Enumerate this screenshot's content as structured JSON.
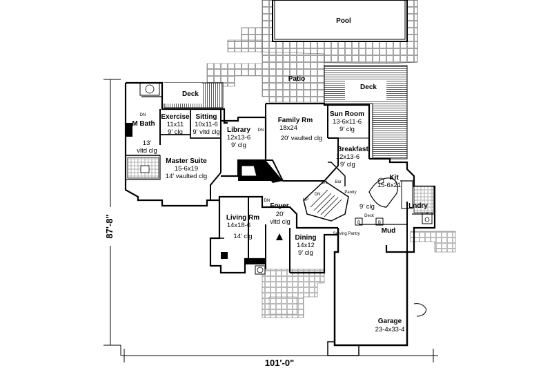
{
  "plan": {
    "outdoor": {
      "pool": "Pool",
      "patio": "Patio",
      "deck_left": "Deck",
      "deck_right": "Deck"
    },
    "rooms": {
      "master_bath": {
        "name": "M Bath",
        "dn": "DN"
      },
      "exercise": {
        "name": "Exercise",
        "size": "11x11",
        "ceiling": "9' clg"
      },
      "sitting": {
        "name": "Sitting",
        "size": "10x11-6",
        "ceiling": "9' vltd clg"
      },
      "closet": {
        "ceiling_a": "13'",
        "ceiling_b": "vltd clg"
      },
      "master_suite": {
        "name": "Master Suite",
        "size": "15-6x19",
        "ceiling": "14' vaulted clg"
      },
      "library": {
        "name": "Library",
        "size": "12x13-6",
        "ceiling": "9' clg",
        "dn": "DN"
      },
      "family": {
        "name": "Family Rm",
        "size": "18x24",
        "ceiling": "20' vaulted clg"
      },
      "sun_room": {
        "name": "Sun Room",
        "size": "13-6x11-6",
        "ceiling": "9' clg"
      },
      "breakfast": {
        "name": "Breakfast",
        "size": "12x13-6",
        "ceiling": "9' clg"
      },
      "bar": {
        "name": "Bar",
        "dn": "DN"
      },
      "pantry": {
        "name": "Pantry"
      },
      "kitchen": {
        "name": "Kit",
        "size": "15-6x21",
        "ceiling": "9' clg"
      },
      "laundry": {
        "name": "Lndry"
      },
      "deck_small": {
        "name": "Deck"
      },
      "mud": {
        "name": "Mud"
      },
      "serving_pantry": {
        "name": "Serving Pantry"
      },
      "foyer": {
        "name": "Foyer",
        "ceiling_a": "20'",
        "ceiling_b": "vltd clg",
        "dn": "DN"
      },
      "stairs": {
        "up": "UP",
        "dn": "DN"
      },
      "living": {
        "name": "Living Rm",
        "size": "14x18-6",
        "ceiling": "14' clg"
      },
      "dining": {
        "name": "Dining",
        "size": "14x12",
        "ceiling": "9' clg"
      },
      "garage": {
        "name": "Garage",
        "size": "23-4x33-4"
      },
      "bench_a": "B",
      "bench_b": "B"
    },
    "dimensions": {
      "width": "101'-0\"",
      "depth": "87'-8\""
    }
  }
}
